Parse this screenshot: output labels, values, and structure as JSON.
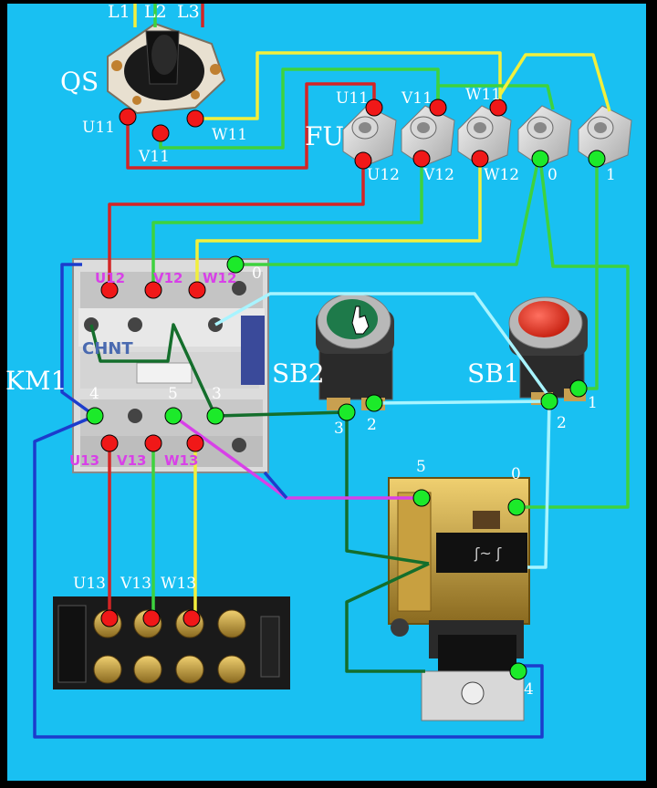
{
  "colors": {
    "background": "#19c0f2",
    "wire_red": "#d42424",
    "wire_yellow": "#f2ef3c",
    "wire_green": "#3ed23e",
    "wire_darkgreen": "#146e2c",
    "wire_blue": "#1c3ccc",
    "wire_cyan": "#a8f4ff",
    "wire_magenta": "#d840e8"
  },
  "icons": [
    "rotary-switch-icon",
    "fuse-icon",
    "contactor-icon",
    "push-button-icon",
    "thermal-relay-icon",
    "terminal-block-icon",
    "hand-cursor-icon"
  ],
  "components": {
    "qs": "QS",
    "fu": "FU",
    "km1": "KM1",
    "sb2": "SB2",
    "sb1": "SB1",
    "brand": "CHNT"
  },
  "labels": {
    "qs_top": [
      "L1",
      "L2",
      "L3"
    ],
    "qs_out": [
      "U11",
      "V11",
      "W11"
    ],
    "fu_in": [
      "U11",
      "V11",
      "W11"
    ],
    "fu_out": [
      "U12",
      "V12",
      "W12",
      "0",
      "1"
    ],
    "km1_top": [
      "U12",
      "V12",
      "W12",
      "0"
    ],
    "km1_aux": [
      "4",
      "5",
      "3"
    ],
    "km1_bottom": [
      "U13",
      "V13",
      "W13"
    ],
    "sb2_terms": [
      "3",
      "2"
    ],
    "sb1_terms": [
      "2",
      "1"
    ],
    "fr_terms": [
      "5",
      "0",
      "4"
    ],
    "tb_terms": [
      "U13",
      "V13",
      "W13"
    ]
  }
}
